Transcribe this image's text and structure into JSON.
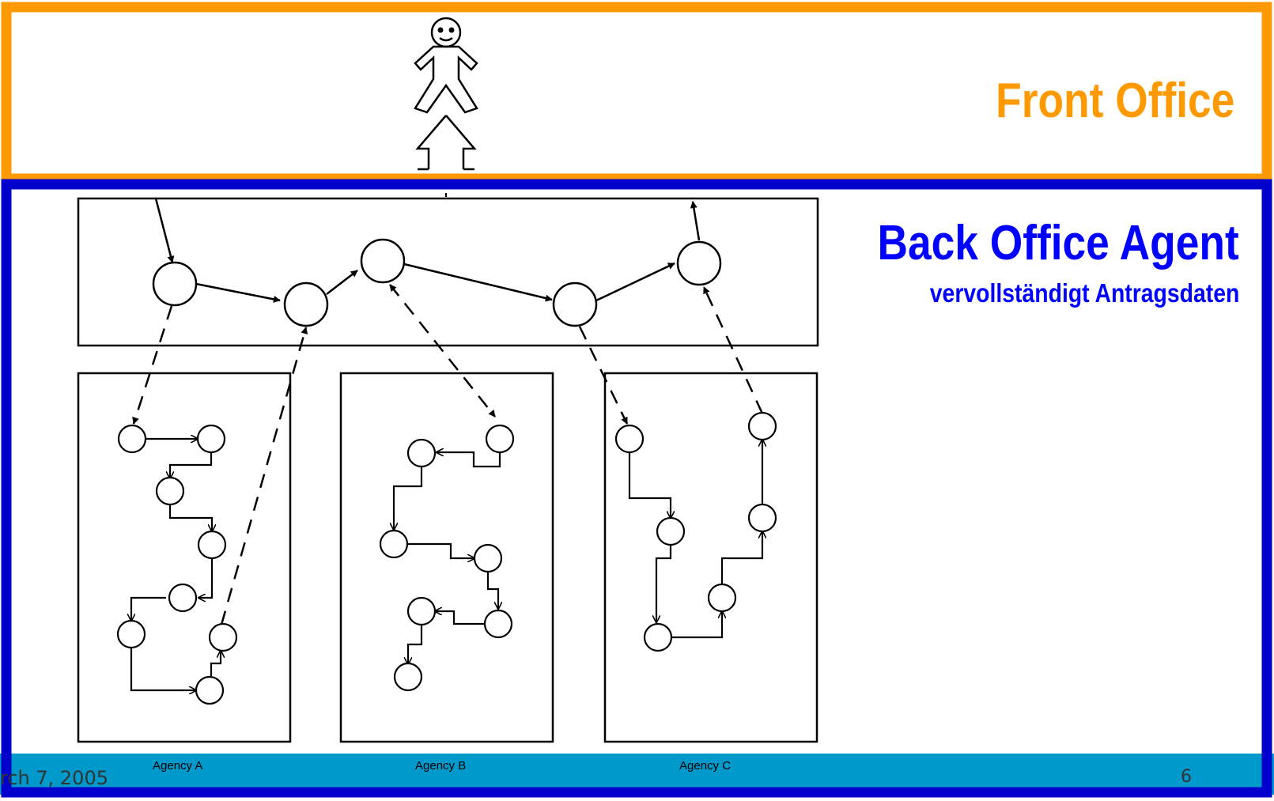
{
  "front_office": {
    "title": "Front Office"
  },
  "back_office": {
    "title": "Back Office Agent",
    "subtitle": "vervollständigt Antragsdaten"
  },
  "agencies": [
    {
      "label": "Agency A"
    },
    {
      "label": "Agency B"
    },
    {
      "label": "Agency C"
    }
  ],
  "footer": {
    "date": "rch 7, 2005",
    "page": "6",
    "bar_color": "#0099cc"
  },
  "colors": {
    "front_office_border": "#ff9900",
    "back_office_border": "#0000cc",
    "diagram_stroke": "#000000"
  }
}
